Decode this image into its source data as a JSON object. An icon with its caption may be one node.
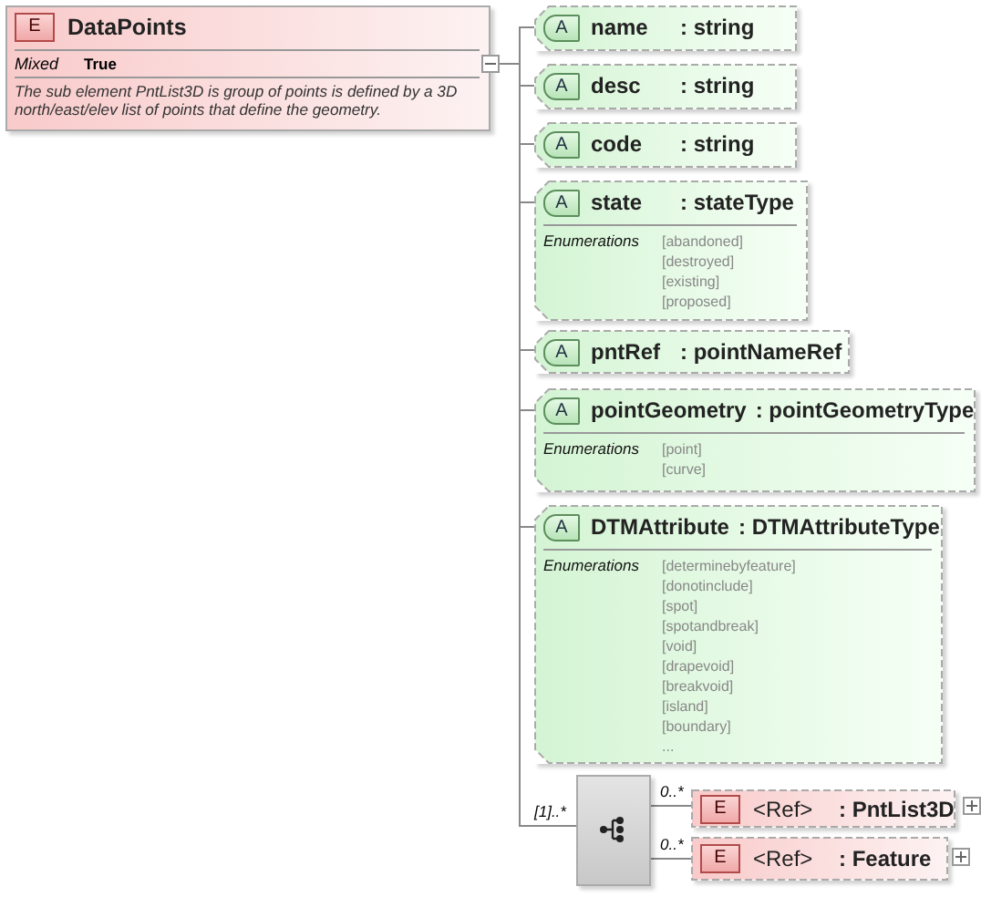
{
  "diagram": {
    "nodes": [
      {
        "text": [
          "E",
          "DataPoints",
          "Mixed",
          "True",
          "The sub element PntList3D is group of points is defined by a 3D north/east/elev list of points that define the geometry."
        ]
      },
      {
        "text": [
          "A",
          "name",
          ": string"
        ]
      },
      {
        "text": [
          "A",
          "desc",
          ": string"
        ]
      },
      {
        "text": [
          "A",
          "code",
          ": string"
        ]
      },
      {
        "text": [
          "A",
          "state",
          ": stateType",
          "Enumerations",
          "[abandoned]",
          "[destroyed]",
          "[existing]",
          "[proposed]"
        ]
      },
      {
        "text": [
          "A",
          "pntRef",
          ": pointNameRef"
        ]
      },
      {
        "text": [
          "A",
          "pointGeometry",
          ": pointGeometryType",
          "Enumerations",
          "[point]",
          "[curve]"
        ]
      },
      {
        "text": [
          "A",
          "DTMAttribute",
          ": DTMAttributeType",
          "Enumerations",
          "[determinebyfeature]",
          "[donotinclude]",
          "[spot]",
          "[spotandbreak]",
          "[void]",
          "[drapevoid]",
          "[breakvoid]",
          "[island]",
          "[boundary]",
          "..."
        ]
      },
      {
        "text": [],
        "shape": "box"
      },
      {
        "text": [
          "E",
          "<Ref>",
          ": PntList3D"
        ]
      },
      {
        "text": [
          "E",
          "<Ref>",
          ": Feature"
        ]
      }
    ],
    "edges": [
      {
        "from": 0,
        "to": 1,
        "arrow": "none"
      },
      {
        "from": 0,
        "to": 2,
        "arrow": "none"
      },
      {
        "from": 0,
        "to": 3,
        "arrow": "none"
      },
      {
        "from": 0,
        "to": 4,
        "arrow": "none"
      },
      {
        "from": 0,
        "to": 5,
        "arrow": "none"
      },
      {
        "from": 0,
        "to": 6,
        "arrow": "none"
      },
      {
        "from": 0,
        "to": 7,
        "arrow": "none"
      },
      {
        "from": 0,
        "to": 8,
        "arrow": "none",
        "label": "[1]..*"
      },
      {
        "from": 8,
        "to": 9,
        "arrow": "none",
        "label": "0..*"
      },
      {
        "from": 8,
        "to": 10,
        "arrow": "none",
        "label": "0..*"
      }
    ]
  }
}
